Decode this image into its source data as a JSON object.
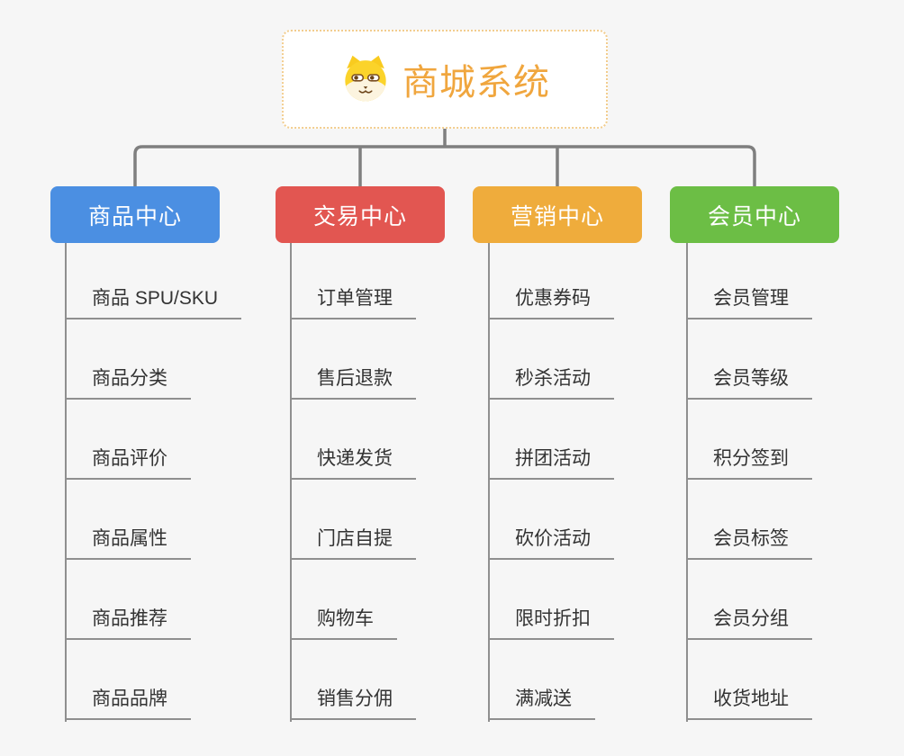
{
  "root": {
    "title": "商城系统",
    "icon": "dog-face-icon"
  },
  "branches": [
    {
      "label": "商品中心",
      "color": "#4b8fe2",
      "children": [
        "商品 SPU/SKU",
        "商品分类",
        "商品评价",
        "商品属性",
        "商品推荐",
        "商品品牌"
      ]
    },
    {
      "label": "交易中心",
      "color": "#e25651",
      "children": [
        "订单管理",
        "售后退款",
        "快递发货",
        "门店自提",
        "购物车",
        "销售分佣"
      ]
    },
    {
      "label": "营销中心",
      "color": "#efac3c",
      "children": [
        "优惠券码",
        "秒杀活动",
        "拼团活动",
        "砍价活动",
        "限时折扣",
        "满减送"
      ]
    },
    {
      "label": "会员中心",
      "color": "#6cbe45",
      "children": [
        "会员管理",
        "会员等级",
        "积分签到",
        "会员标签",
        "会员分组",
        "收货地址"
      ]
    }
  ],
  "colors": {
    "background": "#f6f6f6",
    "connector": "#7f7f7f",
    "leaf_line": "#8f8f8f",
    "leaf_text": "#333333",
    "root_title": "#f0a63e",
    "root_border": "#f2cd8e"
  }
}
